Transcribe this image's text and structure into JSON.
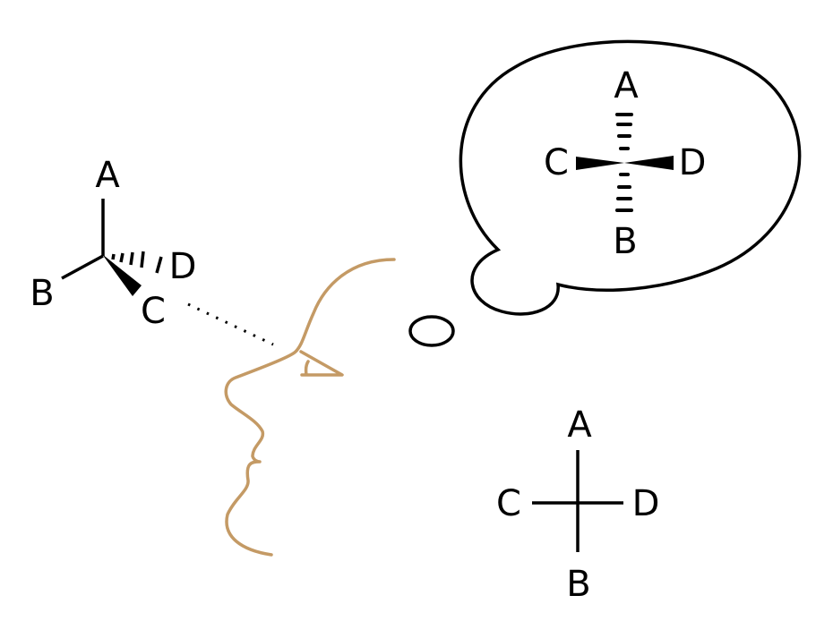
{
  "colors": {
    "face": "#c49a65",
    "ink": "#000000"
  },
  "wedge_dash_molecule": {
    "top": "A",
    "left": "B",
    "wedge": "C",
    "dash": "D"
  },
  "thought_projection": {
    "top": "A",
    "bottom": "B",
    "left": "C",
    "right": "D"
  },
  "fischer_projection": {
    "top": "A",
    "bottom": "B",
    "left": "C",
    "right": "D"
  }
}
